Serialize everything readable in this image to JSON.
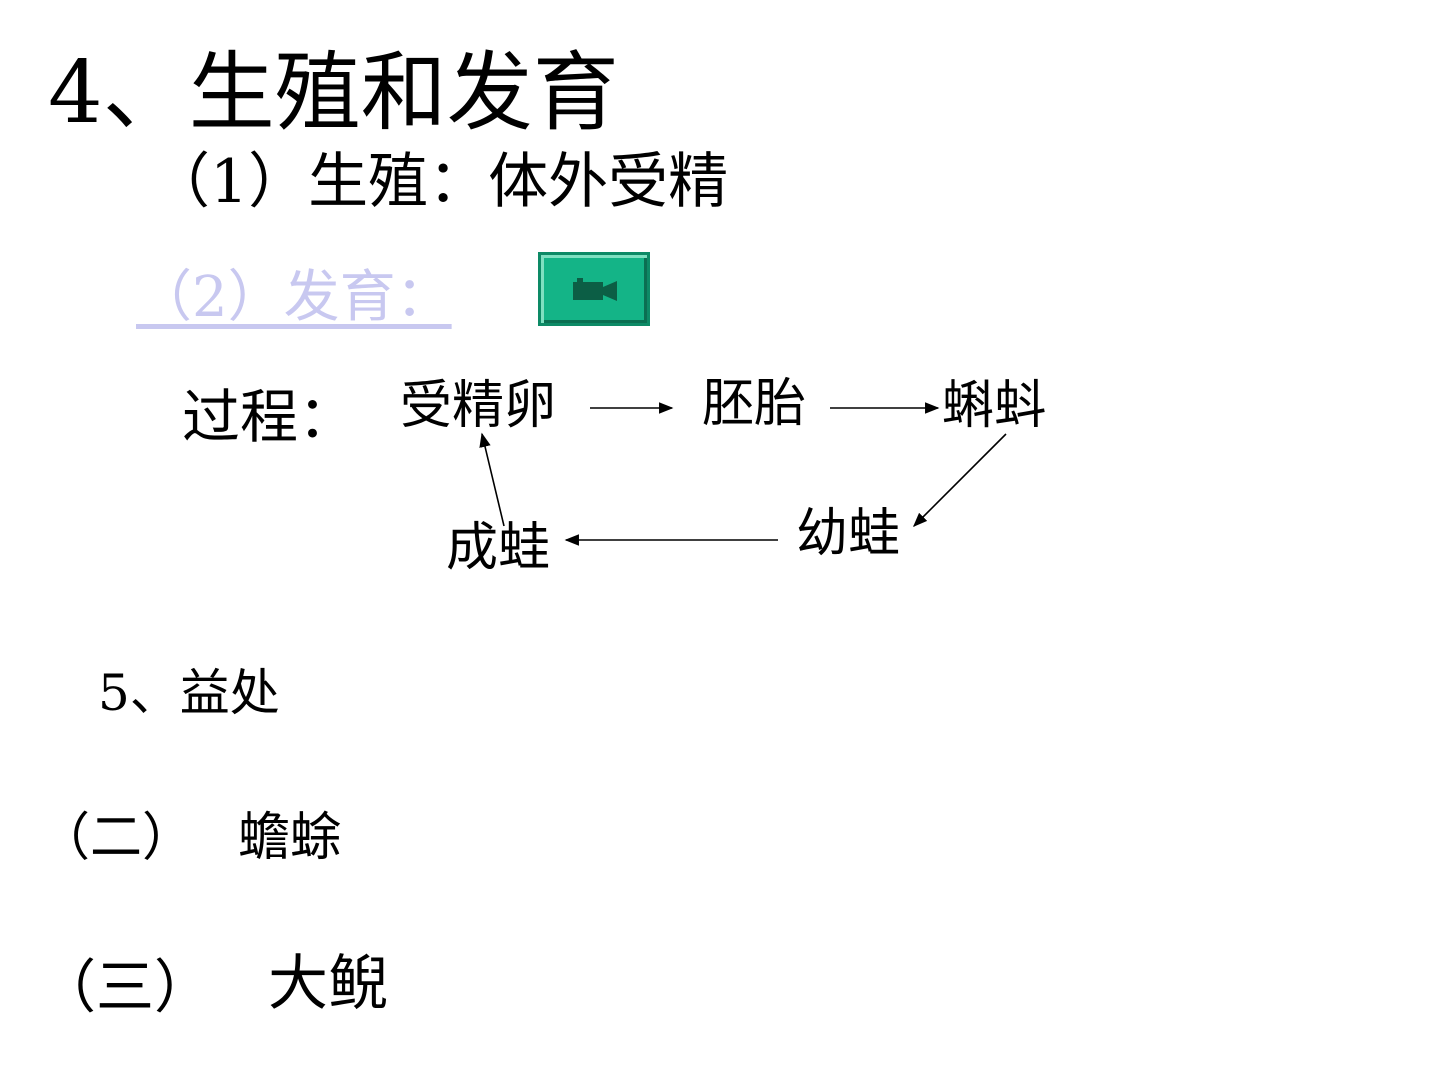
{
  "heading": {
    "title": "4、生殖和发育",
    "reproduction": "（1）生殖：体外受精",
    "development_link": "（2）发育："
  },
  "media_button": {
    "icon": "movie-camera-icon",
    "color": "#14b487"
  },
  "process": {
    "label": "过程：",
    "stages": {
      "egg": "受精卵",
      "embryo": "胚胎",
      "tadpole": "蝌蚪",
      "froglet": "幼蛙",
      "adult": "成蛙"
    }
  },
  "sections": {
    "benefits": "5、益处",
    "second_num": "（二）",
    "second_name": "蟾蜍",
    "third_num": "（三）",
    "third_name": "大鲵"
  }
}
